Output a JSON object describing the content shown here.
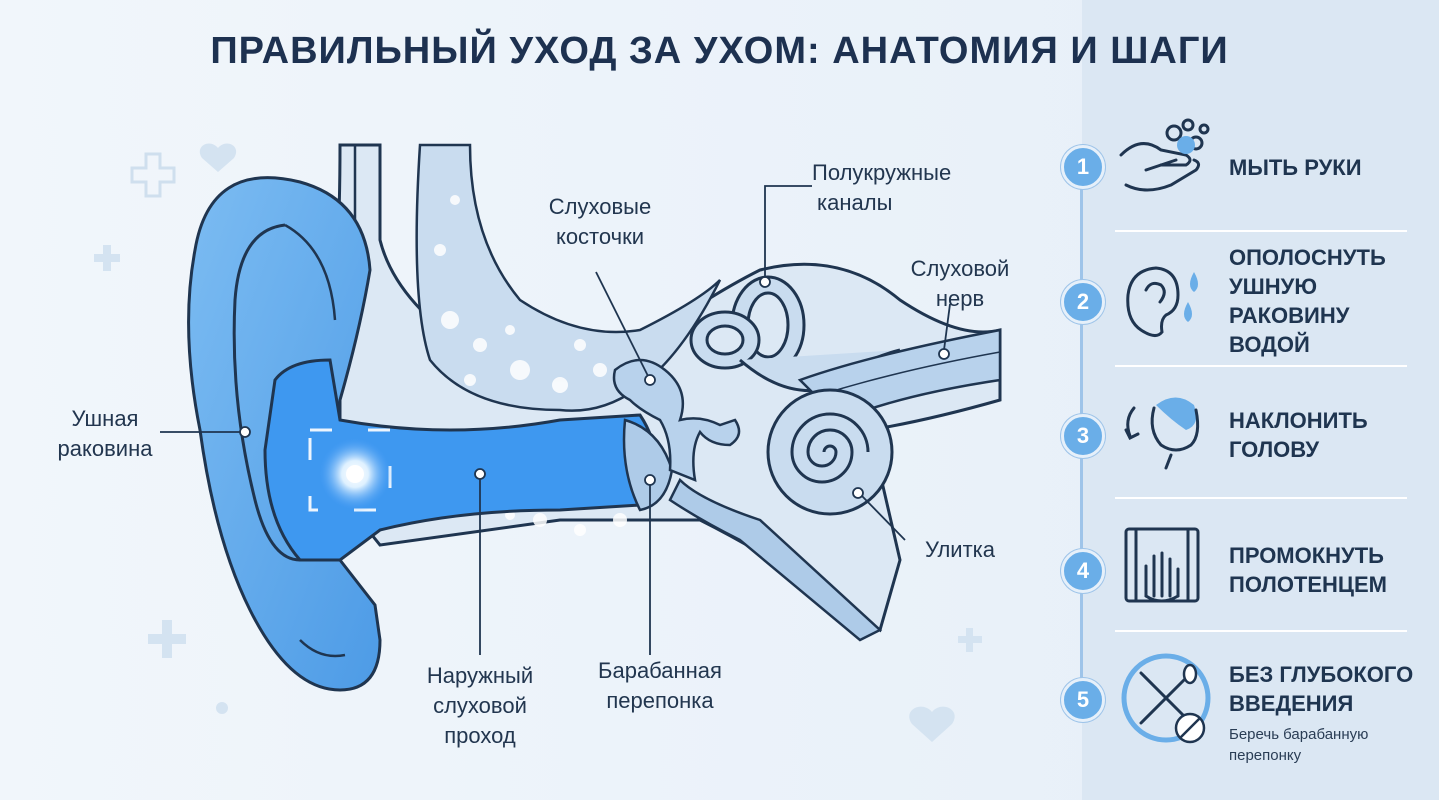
{
  "title": "ПРАВИЛЬНЫЙ УХОД ЗА УХОМ: АНАТОМИЯ И ШАГИ",
  "labels": {
    "pinna_line1": "Ушная",
    "pinna_line2": "раковина",
    "ossicles_line1": "Слуховые",
    "ossicles_line2": "косточки",
    "canals_line1": "Полукружные",
    "canals_line2": "каналы",
    "nerve_line1": "Слуховой",
    "nerve_line2": "нерв",
    "cochlea": "Улитка",
    "ext_canal_line1": "Наружный",
    "ext_canal_line2": "слуховой",
    "ext_canal_line3": "проход",
    "eardrum_line1": "Барабанная",
    "eardrum_line2": "перепонка"
  },
  "steps": [
    {
      "number": "1",
      "lines": [
        "МЫТЬ РУКИ"
      ],
      "icon": "hand-washing-icon"
    },
    {
      "number": "2",
      "lines": [
        "ОПОЛОСНУТЬ",
        "УШНУЮ",
        "РАКОВИНУ",
        "ВОДОЙ"
      ],
      "icon": "ear-water-drops-icon"
    },
    {
      "number": "3",
      "lines": [
        "НАКЛОНИТЬ",
        "ГОЛОВУ"
      ],
      "icon": "head-tilt-icon"
    },
    {
      "number": "4",
      "lines": [
        "ПРОМОКНУТЬ",
        "ПОЛОТЕНЦЕМ"
      ],
      "icon": "towel-hand-icon"
    },
    {
      "number": "5",
      "lines": [
        "БЕЗ ГЛУБОКОГО",
        "ВВЕДЕНИЯ"
      ],
      "sub": [
        "Беречь барабанную",
        "перепонку"
      ],
      "icon": "no-cotton-swab-icon"
    }
  ],
  "colors": {
    "accent": "#6aaee8",
    "ear_blue": "#5ea9ec",
    "canal_blue": "#2f8ef2",
    "bone": "#c9dcef",
    "outline": "#1f3550"
  }
}
